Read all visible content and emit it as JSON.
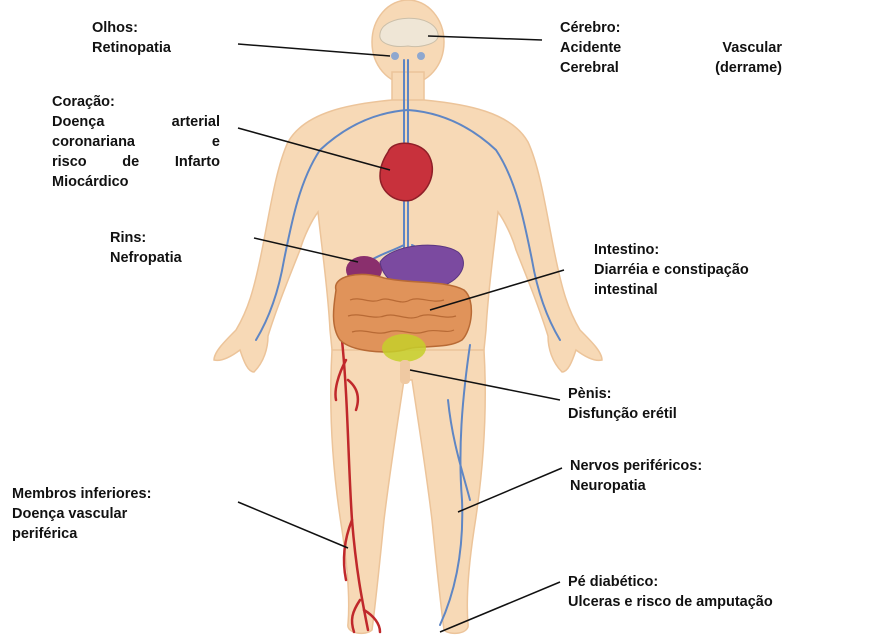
{
  "colors": {
    "skin": "#f7d9b6",
    "skin_stroke": "#e8b98c",
    "vein": "#5f86c4",
    "artery": "#c0282b",
    "heart": "#c8313c",
    "stomach": "#7b4aa0",
    "intestine": "#e0935a",
    "bladder": "#c5cf2a",
    "leader": "#111111",
    "text": "#111111"
  },
  "labels": {
    "eyes": {
      "title": "Olhos:",
      "lines": [
        "Retinopatia"
      ]
    },
    "brain": {
      "title": "Cérebro:",
      "lines": [
        "Acidente   Vascular",
        "Cerebral (derrame)"
      ]
    },
    "heart": {
      "title": "Coração:",
      "lines": [
        "Doença arterial",
        "coronariana    e",
        "risco de Infarto",
        "Miocárdico"
      ]
    },
    "kidneys": {
      "title": "Rins:",
      "lines": [
        "Nefropatia"
      ]
    },
    "intestine": {
      "title": "Intestino:",
      "lines": [
        "Diarréia e constipação",
        "intestinal"
      ]
    },
    "penis": {
      "title": "Pènis:",
      "lines": [
        "Disfunção erétil"
      ]
    },
    "nerves": {
      "title": "Nervos periféricos:",
      "lines": [
        "Neuropatia"
      ]
    },
    "legs": {
      "title": "Membros inferiores:",
      "lines": [
        "Doença vascular",
        "periférica"
      ]
    },
    "foot": {
      "title": "Pé diabético:",
      "lines": [
        "Ulceras e risco de amputação"
      ]
    }
  }
}
